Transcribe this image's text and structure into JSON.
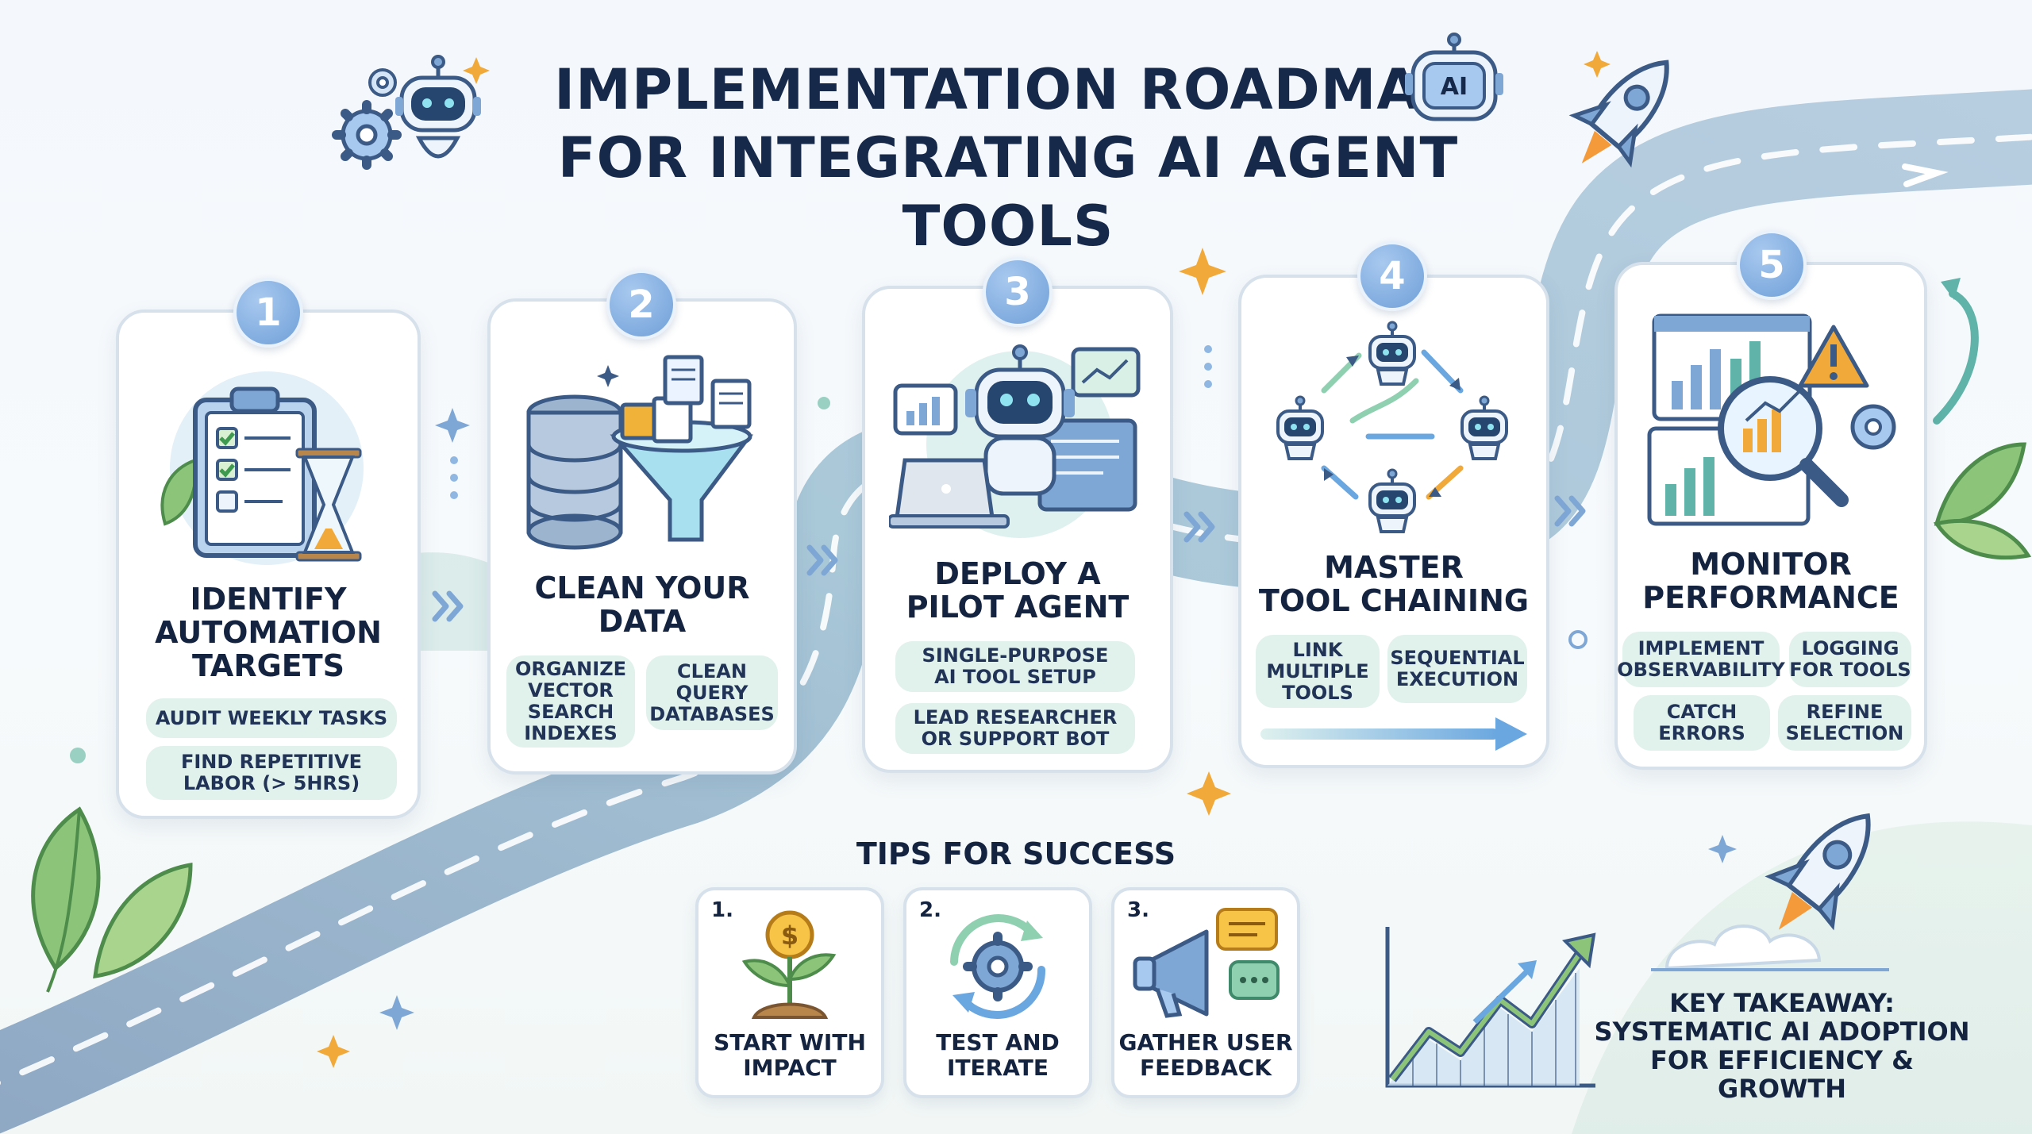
{
  "title": {
    "line1": "IMPLEMENTATION ROADMAP",
    "line2": "FOR INTEGRATING AI AGENT TOOLS",
    "ai_badge": "AI"
  },
  "steps": [
    {
      "number": "1",
      "title_lines": [
        "IDENTIFY",
        "AUTOMATION",
        "TARGETS"
      ],
      "pills": [
        "AUDIT WEEKLY TASKS",
        "FIND REPETITIVE\nLABOR (> 5HRS)"
      ],
      "icon": "clipboard-hourglass-icon"
    },
    {
      "number": "2",
      "title_lines": [
        "CLEAN YOUR",
        "DATA"
      ],
      "pills": [
        "ORGANIZE\nVECTOR\nSEARCH\nINDEXES",
        "CLEAN\nQUERY\nDATABASES"
      ],
      "icon": "database-funnel-icon"
    },
    {
      "number": "3",
      "title_lines": [
        "DEPLOY A",
        "PILOT AGENT"
      ],
      "pills": [
        "SINGLE-PURPOSE\nAI TOOL SETUP",
        "LEAD RESEARCHER\nOR SUPPORT BOT"
      ],
      "icon": "robot-laptop-icon"
    },
    {
      "number": "4",
      "title_lines": [
        "MASTER",
        "TOOL CHAINING"
      ],
      "pills": [
        "LINK\nMULTIPLE\nTOOLS",
        "SEQUENTIAL\nEXECUTION"
      ],
      "icon": "robot-chain-icon"
    },
    {
      "number": "5",
      "title_lines": [
        "MONITOR",
        "PERFORMANCE"
      ],
      "pills": [
        "IMPLEMENT\nOBSERVABILITY",
        "LOGGING\nFOR TOOLS",
        "CATCH\nERRORS",
        "REFINE\nSELECTION"
      ],
      "icon": "dashboard-magnifier-icon"
    }
  ],
  "tips": {
    "title": "TIPS FOR SUCCESS",
    "items": [
      {
        "number": "1.",
        "label_lines": [
          "START WITH",
          "IMPACT"
        ],
        "icon": "money-plant-icon"
      },
      {
        "number": "2.",
        "label_lines": [
          "TEST AND",
          "ITERATE"
        ],
        "icon": "gear-cycle-icon"
      },
      {
        "number": "3.",
        "label_lines": [
          "GATHER USER",
          "FEEDBACK"
        ],
        "icon": "megaphone-chat-icon"
      }
    ]
  },
  "takeaway": {
    "lines": [
      "KEY TAKEAWAY:",
      "SYSTEMATIC AI ADOPTION",
      "FOR EFFICIENCY & GROWTH"
    ]
  },
  "colors": {
    "accent": "#6f9fd8",
    "pill": "#e1f1ec",
    "road": "#9db4cf",
    "text": "#14233f",
    "leaf": "#7cb86a",
    "star": "#f1a93a"
  }
}
